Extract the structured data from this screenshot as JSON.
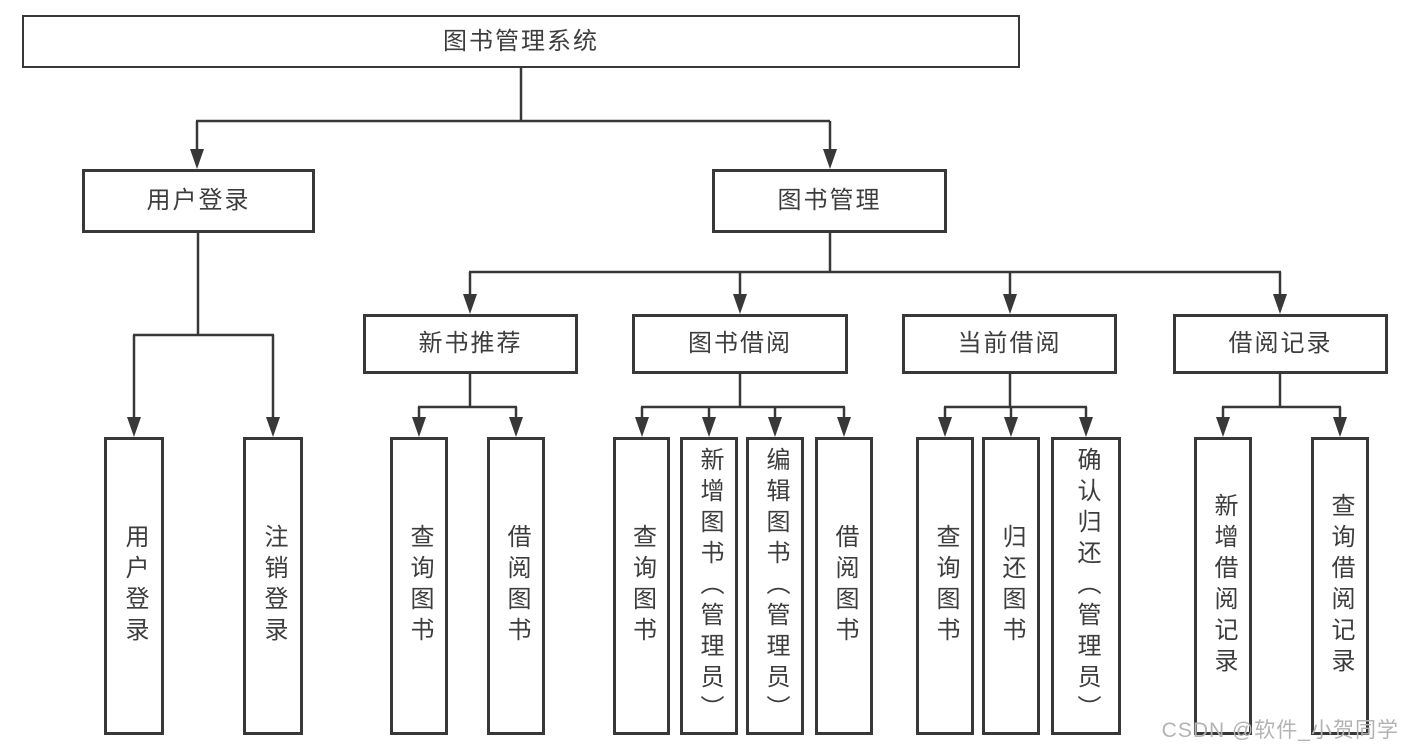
{
  "tree": {
    "root": {
      "label": "图书管理系统"
    },
    "children": [
      {
        "label": "用户登录",
        "children": [
          {
            "label": "用户登录"
          },
          {
            "label": "注销登录"
          }
        ]
      },
      {
        "label": "图书管理",
        "children": [
          {
            "label": "新书推荐",
            "children": [
              {
                "label": "查询图书"
              },
              {
                "label": "借阅图书"
              }
            ]
          },
          {
            "label": "图书借阅",
            "children": [
              {
                "label": "查询图书"
              },
              {
                "label": "新增图书（管理员）"
              },
              {
                "label": "编辑图书（管理员）"
              },
              {
                "label": "借阅图书"
              }
            ]
          },
          {
            "label": "当前借阅",
            "children": [
              {
                "label": "查询图书"
              },
              {
                "label": "归还图书"
              },
              {
                "label": "确认归还（管理员）"
              }
            ]
          },
          {
            "label": "借阅记录",
            "children": [
              {
                "label": "新增借阅记录"
              },
              {
                "label": "查询借阅记录"
              }
            ]
          }
        ]
      }
    ]
  },
  "watermark": "CSDN @软件_小贺同学",
  "style": {
    "line_color": "#383838",
    "text_color": "#3d3d3d",
    "watermark_color": "#b3b3b3"
  }
}
